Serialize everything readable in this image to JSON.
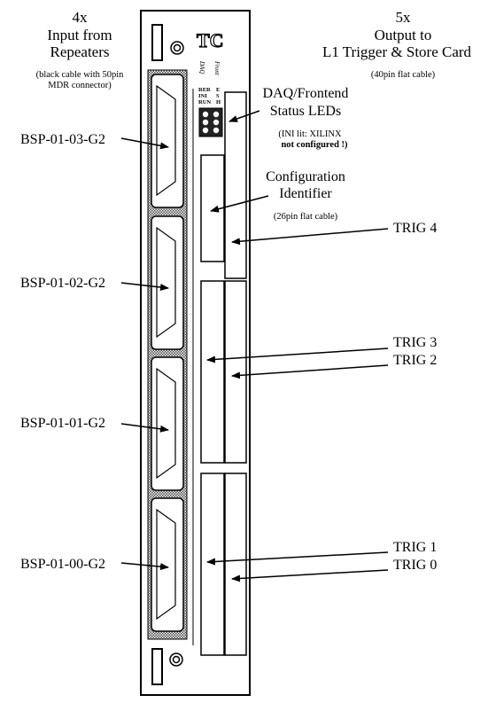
{
  "left_header": {
    "line1": "4x",
    "line2": "Input from",
    "line3": "Repeaters"
  },
  "left_note": {
    "line1": "(black cable with 50pin",
    "line2": "MDR connector)"
  },
  "right_header": {
    "line1": "5x",
    "line2": "Output to",
    "line3": "L1 Trigger & Store Card"
  },
  "right_note": "(40pin flat cable)",
  "card_logo": "TC",
  "front_labels": {
    "left": "DAQ",
    "right": "Front"
  },
  "led_rows": {
    "left": [
      "RER",
      "INI",
      "RUN"
    ],
    "right": [
      "E",
      "S",
      "H"
    ]
  },
  "status_leds": {
    "title1": "DAQ/Frontend",
    "title2": "Status LEDs",
    "note1": "(INI lit: XILINX",
    "note2": "not configured !)"
  },
  "config": {
    "title1": "Configuration",
    "title2": "Identifier",
    "note": "(26pin flat cable)"
  },
  "inputs": [
    "BSP-01-03-G2",
    "BSP-01-02-G2",
    "BSP-01-01-G2",
    "BSP-01-00-G2"
  ],
  "outputs": [
    "TRIG 4",
    "TRIG 3",
    "TRIG 2",
    "TRIG 1",
    "TRIG 0"
  ]
}
